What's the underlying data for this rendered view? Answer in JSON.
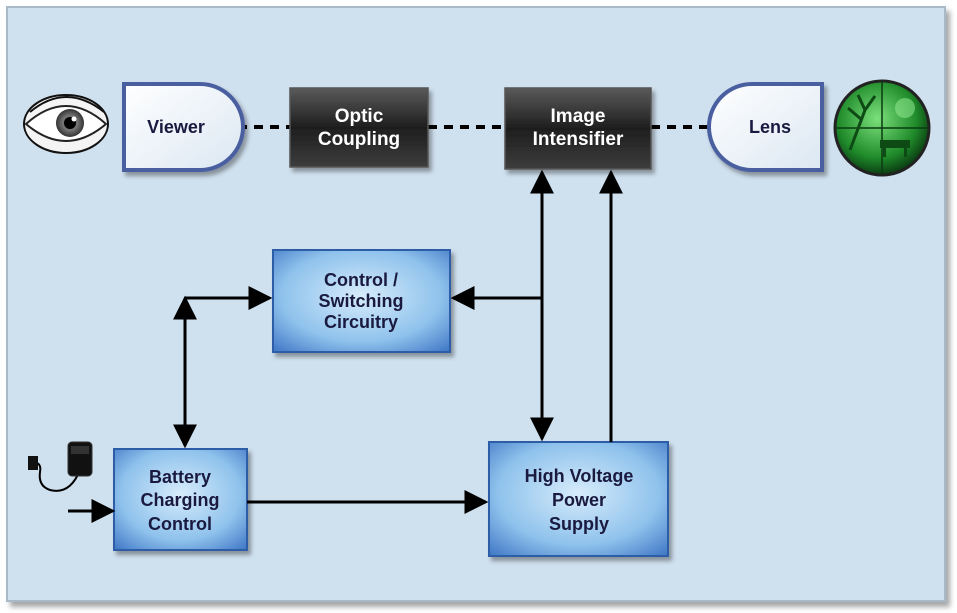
{
  "nodes": {
    "viewer": {
      "label": "Viewer"
    },
    "optic_coupling": {
      "line1": "Optic",
      "line2": "Coupling"
    },
    "image_intensifier": {
      "line1": "Image",
      "line2": "Intensifier"
    },
    "lens": {
      "label": "Lens"
    },
    "control_switching": {
      "line1": "Control /",
      "line2": "Switching",
      "line3": "Circuitry"
    },
    "battery_charging": {
      "line1": "Battery",
      "line2": "Charging",
      "line3": "Control"
    },
    "high_voltage": {
      "line1": "High Voltage",
      "line2": "Power",
      "line3": "Supply"
    }
  },
  "icons": {
    "eye": "eye-icon",
    "night_vision_scene": "night-vision-scene-icon",
    "charger": "charger-plug-icon"
  },
  "colors": {
    "background": "#cfe0ee",
    "dark_box": "#2b2b2b",
    "blue_box": "#6da8dc",
    "capsule_stroke": "#4a5fa0",
    "night_green": "#1f8a2a"
  }
}
